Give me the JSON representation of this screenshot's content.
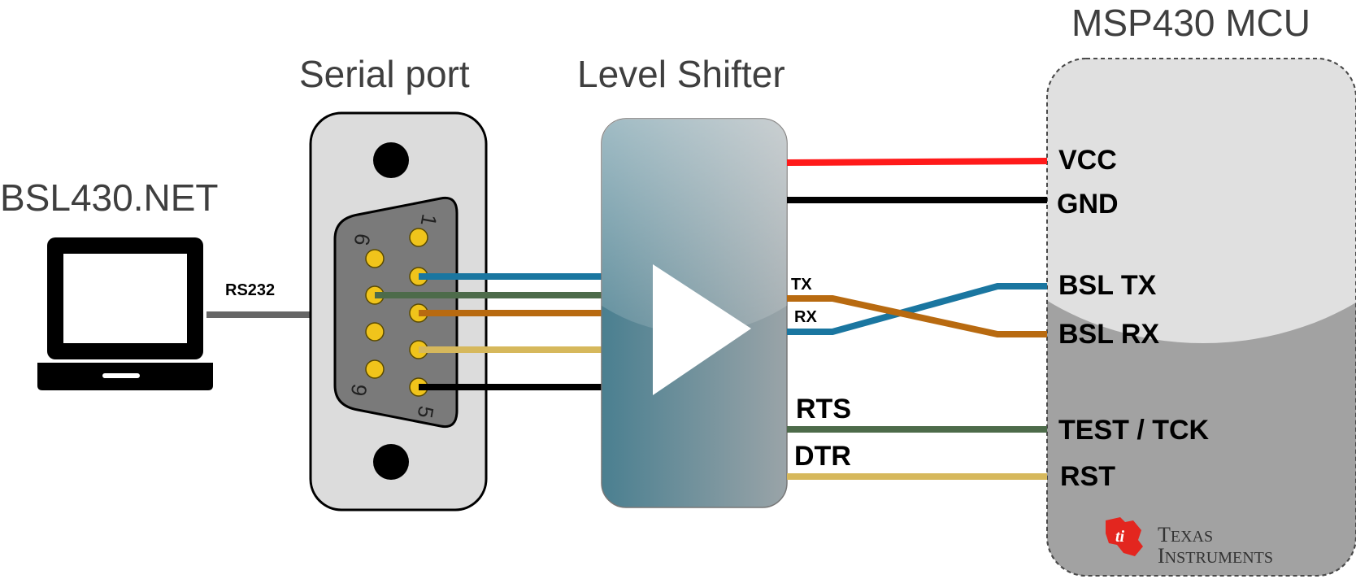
{
  "titles": {
    "pc": "BSL430.NET",
    "serial_port": "Serial port",
    "level_shifter": "Level Shifter",
    "mcu": "MSP430 MCU"
  },
  "cable_label": "RS232",
  "db9_pin_numbers": {
    "pin1": "1",
    "pin5": "5",
    "pin6": "6",
    "pin9": "9"
  },
  "shifter_side_labels": {
    "tx": "TX",
    "rx": "RX",
    "rts": "RTS",
    "dtr": "DTR"
  },
  "mcu_pins": {
    "vcc": "VCC",
    "gnd": "GND",
    "bsl_tx": "BSL TX",
    "bsl_rx": "BSL RX",
    "test": "TEST / TCK",
    "rst": "RST"
  },
  "logo": {
    "line1": "Texas",
    "line2": "Instruments"
  },
  "colors": {
    "vcc": "#ff1a1a",
    "gnd": "#000000",
    "tx_blue": "#1a76a0",
    "rx_orange": "#b86a10",
    "rts_green": "#4d6b4a",
    "dtr_yellow": "#d6b85c",
    "pin_yellow": "#f0c41b",
    "ti_red": "#e3261f"
  }
}
